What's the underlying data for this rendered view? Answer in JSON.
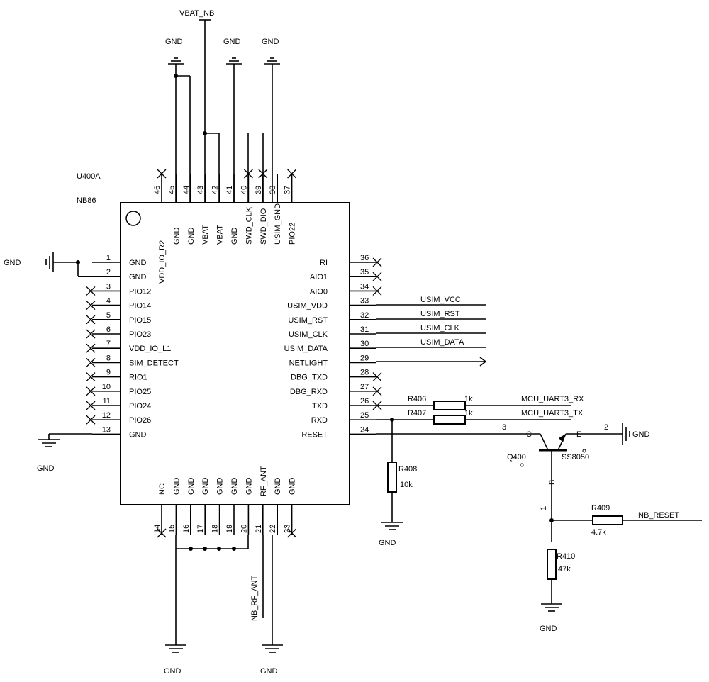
{
  "chip": {
    "refdes": "U400A",
    "part": "NB86"
  },
  "left_pins": [
    {
      "num": "1",
      "name": "GND"
    },
    {
      "num": "2",
      "name": "GND"
    },
    {
      "num": "3",
      "name": "PIO12"
    },
    {
      "num": "4",
      "name": "PIO14"
    },
    {
      "num": "5",
      "name": "PIO15"
    },
    {
      "num": "6",
      "name": "PIO23"
    },
    {
      "num": "7",
      "name": "VDD_IO_L1"
    },
    {
      "num": "8",
      "name": "SIM_DETECT"
    },
    {
      "num": "9",
      "name": "RIO1"
    },
    {
      "num": "10",
      "name": "PIO25"
    },
    {
      "num": "11",
      "name": "PIO24"
    },
    {
      "num": "12",
      "name": "PIO26"
    },
    {
      "num": "13",
      "name": "GND"
    }
  ],
  "right_pins": [
    {
      "num": "36",
      "name": "RI"
    },
    {
      "num": "35",
      "name": "AIO1"
    },
    {
      "num": "34",
      "name": "AIO0"
    },
    {
      "num": "33",
      "name": "USIM_VDD"
    },
    {
      "num": "32",
      "name": "USIM_RST"
    },
    {
      "num": "31",
      "name": "USIM_CLK"
    },
    {
      "num": "30",
      "name": "USIM_DATA"
    },
    {
      "num": "29",
      "name": "NETLIGHT"
    },
    {
      "num": "28",
      "name": "DBG_TXD"
    },
    {
      "num": "27",
      "name": "DBG_RXD"
    },
    {
      "num": "26",
      "name": "TXD"
    },
    {
      "num": "25",
      "name": "RXD"
    },
    {
      "num": "24",
      "name": "RESET"
    }
  ],
  "top_pins": [
    {
      "num": "46",
      "name": "VDD_IO_R2"
    },
    {
      "num": "45",
      "name": "GND"
    },
    {
      "num": "44",
      "name": "GND"
    },
    {
      "num": "43",
      "name": "VBAT"
    },
    {
      "num": "42",
      "name": "VBAT"
    },
    {
      "num": "41",
      "name": "GND"
    },
    {
      "num": "40",
      "name": "SWD_CLK"
    },
    {
      "num": "39",
      "name": "SWD_DIO"
    },
    {
      "num": "38",
      "name": "USIM_GND"
    },
    {
      "num": "37",
      "name": "PIO22"
    }
  ],
  "bottom_pins": [
    {
      "num": "14",
      "name": "NC"
    },
    {
      "num": "15",
      "name": "GND"
    },
    {
      "num": "16",
      "name": "GND"
    },
    {
      "num": "17",
      "name": "GND"
    },
    {
      "num": "18",
      "name": "GND"
    },
    {
      "num": "19",
      "name": "GND"
    },
    {
      "num": "20",
      "name": "GND"
    },
    {
      "num": "21",
      "name": "RF_ANT"
    },
    {
      "num": "22",
      "name": "GND"
    },
    {
      "num": "23",
      "name": "GND"
    }
  ],
  "nets": {
    "vbat": "VBAT_NB",
    "usim_vcc": "USIM_VCC",
    "usim_rst": "USIM_RST",
    "usim_clk": "USIM_CLK",
    "usim_data": "USIM_DATA",
    "uart_rx": "MCU_UART3_RX",
    "uart_tx": "MCU_UART3_TX",
    "nb_reset": "NB_RESET",
    "rf_ant": "NB_RF_ANT"
  },
  "gnd_label": "GND",
  "gnd_label_r": "GND",
  "components": {
    "r406": {
      "ref": "R406",
      "value": "1k"
    },
    "r407": {
      "ref": "R407",
      "value": "1k"
    },
    "r408": {
      "ref": "R408",
      "value": "10k"
    },
    "r409": {
      "ref": "R409",
      "value": "4.7k"
    },
    "r410": {
      "ref": "R410",
      "value": "47k"
    },
    "q400": {
      "ref": "Q400",
      "part": "SS8050",
      "c": "C",
      "e": "E",
      "b": "B",
      "pin_c": "3",
      "pin_e": "2",
      "pin_b": "1"
    }
  }
}
